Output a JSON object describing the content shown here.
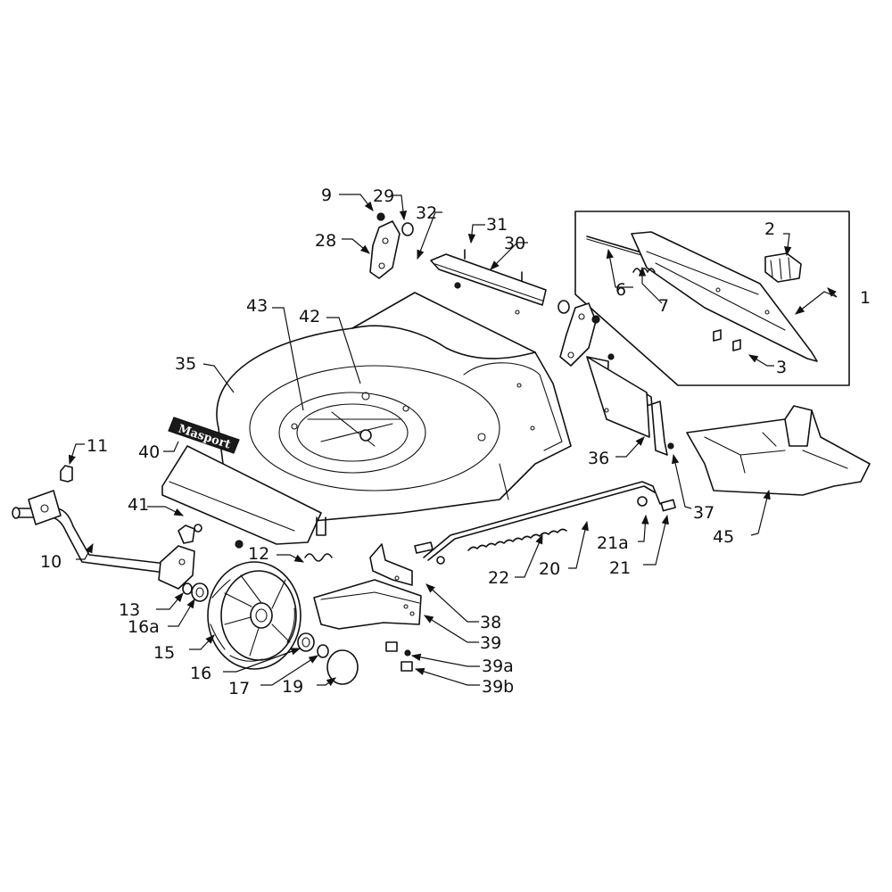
{
  "callouts": {
    "c1": "1",
    "c2": "2",
    "c3": "3",
    "c6": "6",
    "c7": "7",
    "c9": "9",
    "c10": "10",
    "c11": "11",
    "c12": "12",
    "c13": "13",
    "c15": "15",
    "c16": "16",
    "c16a": "16a",
    "c17": "17",
    "c19": "19",
    "c20": "20",
    "c21": "21",
    "c21a": "21a",
    "c22": "22",
    "c28": "28",
    "c29": "29",
    "c30": "30",
    "c31": "31",
    "c32": "32",
    "c35": "35",
    "c36": "36",
    "c37": "37",
    "c38": "38",
    "c39": "39",
    "c39a": "39a",
    "c39b": "39b",
    "c40": "40",
    "c41": "41",
    "c42": "42",
    "c43": "43",
    "c45": "45"
  },
  "logo": {
    "text": "Masport"
  },
  "colors": {
    "line": "#111111",
    "background": "#ffffff"
  }
}
